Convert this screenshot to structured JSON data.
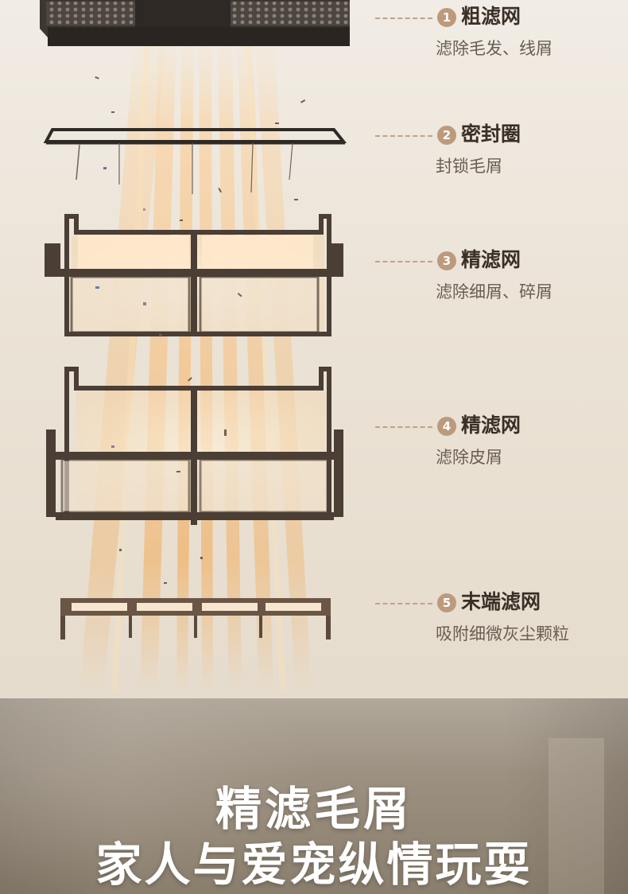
{
  "layers": [
    {
      "number": "1",
      "title": "粗滤网",
      "desc": "滤除毛发、线屑"
    },
    {
      "number": "2",
      "title": "密封圈",
      "desc": "封锁毛屑"
    },
    {
      "number": "3",
      "title": "精滤网",
      "desc": "滤除细屑、碎屑"
    },
    {
      "number": "4",
      "title": "精滤网",
      "desc": "滤除皮屑"
    },
    {
      "number": "5",
      "title": "末端滤网",
      "desc": "吸附细微灰尘颗粒"
    }
  ],
  "banner": {
    "line1": "精滤毛屑",
    "line2": "家人与爱宠纵情玩耍"
  },
  "colors": {
    "accent": "#bd9a7c",
    "frame": "#4a3e35",
    "glow": "#f5a74a",
    "text_dark": "#3a2f27",
    "text_light": "#6a5d52"
  },
  "icons": {
    "layer_badge": "numbered-circle-icon",
    "leader": "dashed-leader-line"
  }
}
